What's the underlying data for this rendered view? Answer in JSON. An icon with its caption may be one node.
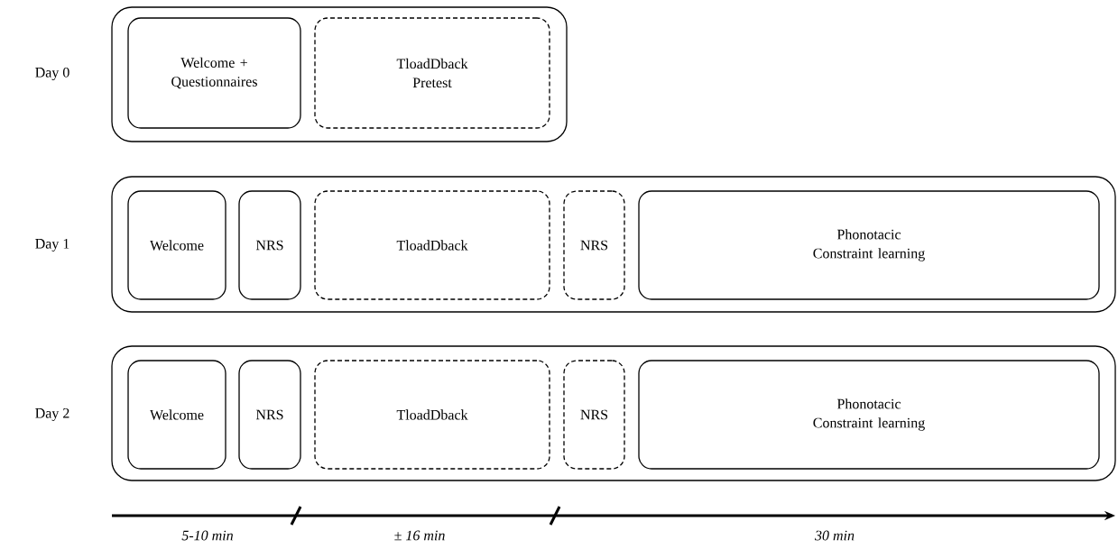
{
  "diagram": {
    "nodes": [
      {
        "text": [],
        "shape": "box"
      },
      {
        "text": [
          "Welcome + Questionnaires"
        ],
        "in": 0
      },
      {
        "text": [
          "TloadDback Pretest"
        ],
        "in": 0
      },
      {
        "text": [],
        "shape": "box"
      },
      {
        "text": [
          "Welcome"
        ],
        "in": 3
      },
      {
        "text": [
          "NRS"
        ],
        "in": 3
      },
      {
        "text": [
          "TloadDback"
        ],
        "in": 3
      },
      {
        "text": [
          "NRS"
        ],
        "in": 3
      },
      {
        "text": [
          "Phonotacic Constraint learning"
        ],
        "in": 3
      },
      {
        "text": [],
        "shape": "box"
      },
      {
        "text": [
          "Welcome"
        ],
        "in": 9
      },
      {
        "text": [
          "NRS"
        ],
        "in": 9
      },
      {
        "text": [
          "TloadDback"
        ],
        "in": 9
      },
      {
        "text": [
          "NRS"
        ],
        "in": 9
      },
      {
        "text": [
          "Phonotacic Constraint learning"
        ],
        "in": 9
      }
    ],
    "edges": [],
    "labels": [
      "Day 0",
      "Day 1",
      "Day 2",
      "5-10 min",
      "± 16 min",
      "30 min"
    ]
  }
}
